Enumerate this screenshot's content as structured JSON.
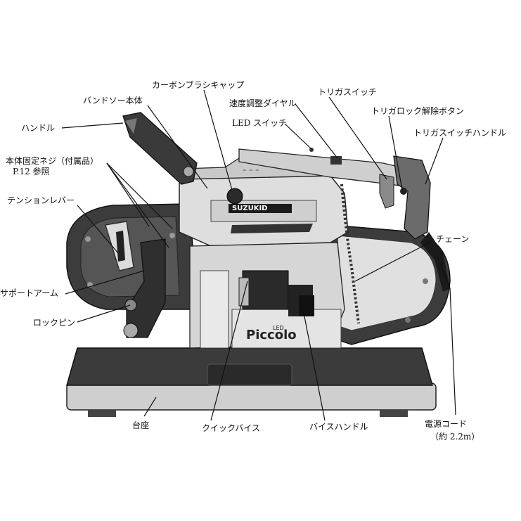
{
  "labels": {
    "handle": "ハンドル",
    "bandsaw_body": "バンドソー本体",
    "carbon_brush_cap": "カーボンブラシキャップ",
    "speed_dial": "速度調整ダイヤル",
    "led_switch": "LED スイッチ",
    "trigger_switch": "トリガスイッチ",
    "trigger_lock_button": "トリガロック解除ボタン",
    "trigger_handle": "トリガスイッチハンドル",
    "fixing_screw": "本体固定ネジ（付属品）",
    "fixing_screw_ref": "P.12 参照",
    "tension_lever": "テンションレバー",
    "chain": "チェーン",
    "support_arm": "サポートアーム",
    "lock_pin": "ロックピン",
    "base": "台座",
    "quick_vise": "クイックバイス",
    "vise_handle": "バイスハンドル",
    "power_cord": "電源コード",
    "power_cord_len": "（約 2.2m）"
  },
  "product": {
    "brand": "SUZUKID",
    "model_mark": "ｰ ｰ ｰ",
    "name": "Piccolo",
    "badge": "LED"
  },
  "colors": {
    "dark_body": "#3a3a3a",
    "light_body": "#dcdcdc",
    "mid_gray": "#8f8f8f",
    "base_dark": "#2b2b2b"
  }
}
